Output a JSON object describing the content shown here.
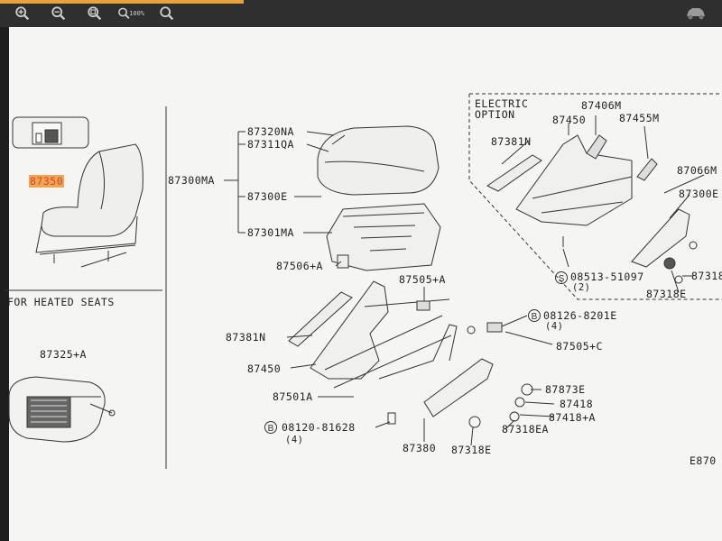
{
  "toolbar": {
    "tools": [
      {
        "icon": "zoom-in-icon"
      },
      {
        "icon": "zoom-out-icon"
      },
      {
        "icon": "zoom-fit-icon"
      },
      {
        "icon": "zoom-100-icon",
        "label": "100%"
      },
      {
        "icon": "zoom-area-icon"
      }
    ],
    "right_icon": "car-icon",
    "accent": "#e8a23a"
  },
  "diagram": {
    "highlight_label": "87350",
    "heated_title": "FOR HEATED SEATS",
    "heated_part": "87325+A",
    "electric_title_1": "ELECTRIC",
    "electric_title_2": "OPTION",
    "labels": {
      "p87320NA": "87320NA",
      "p87311QA": "87311QA",
      "p87300MA": "87300MA",
      "p87300E": "87300E",
      "p87301MA": "87301MA",
      "p87506A": "87506+A",
      "p87505A": "87505+A",
      "p08126": "08126-8201E",
      "p08126_qty": "(4)",
      "p87381N": "87381N",
      "p87505C": "87505+C",
      "p87450": "87450",
      "p87873E": "87873E",
      "p87501A": "87501A",
      "p87418": "87418",
      "p87418A": "87418+A",
      "p08120": "08120-81628",
      "p08120_qty": "(4)",
      "p87318EA": "87318EA",
      "p87380": "87380",
      "p87318E": "87318E",
      "e87406M": "87406M",
      "e87450": "87450",
      "e87455M": "87455M",
      "e87381N": "87381N",
      "e87066M": "87066M",
      "e87300E": "87300E",
      "e87318": "87318",
      "e87318E": "87318E",
      "e08513": "08513-51097",
      "e08513_qty": "(2)",
      "corner_code": "E870"
    },
    "bolt_symbol_b": "B",
    "bolt_symbol_s": "S"
  }
}
